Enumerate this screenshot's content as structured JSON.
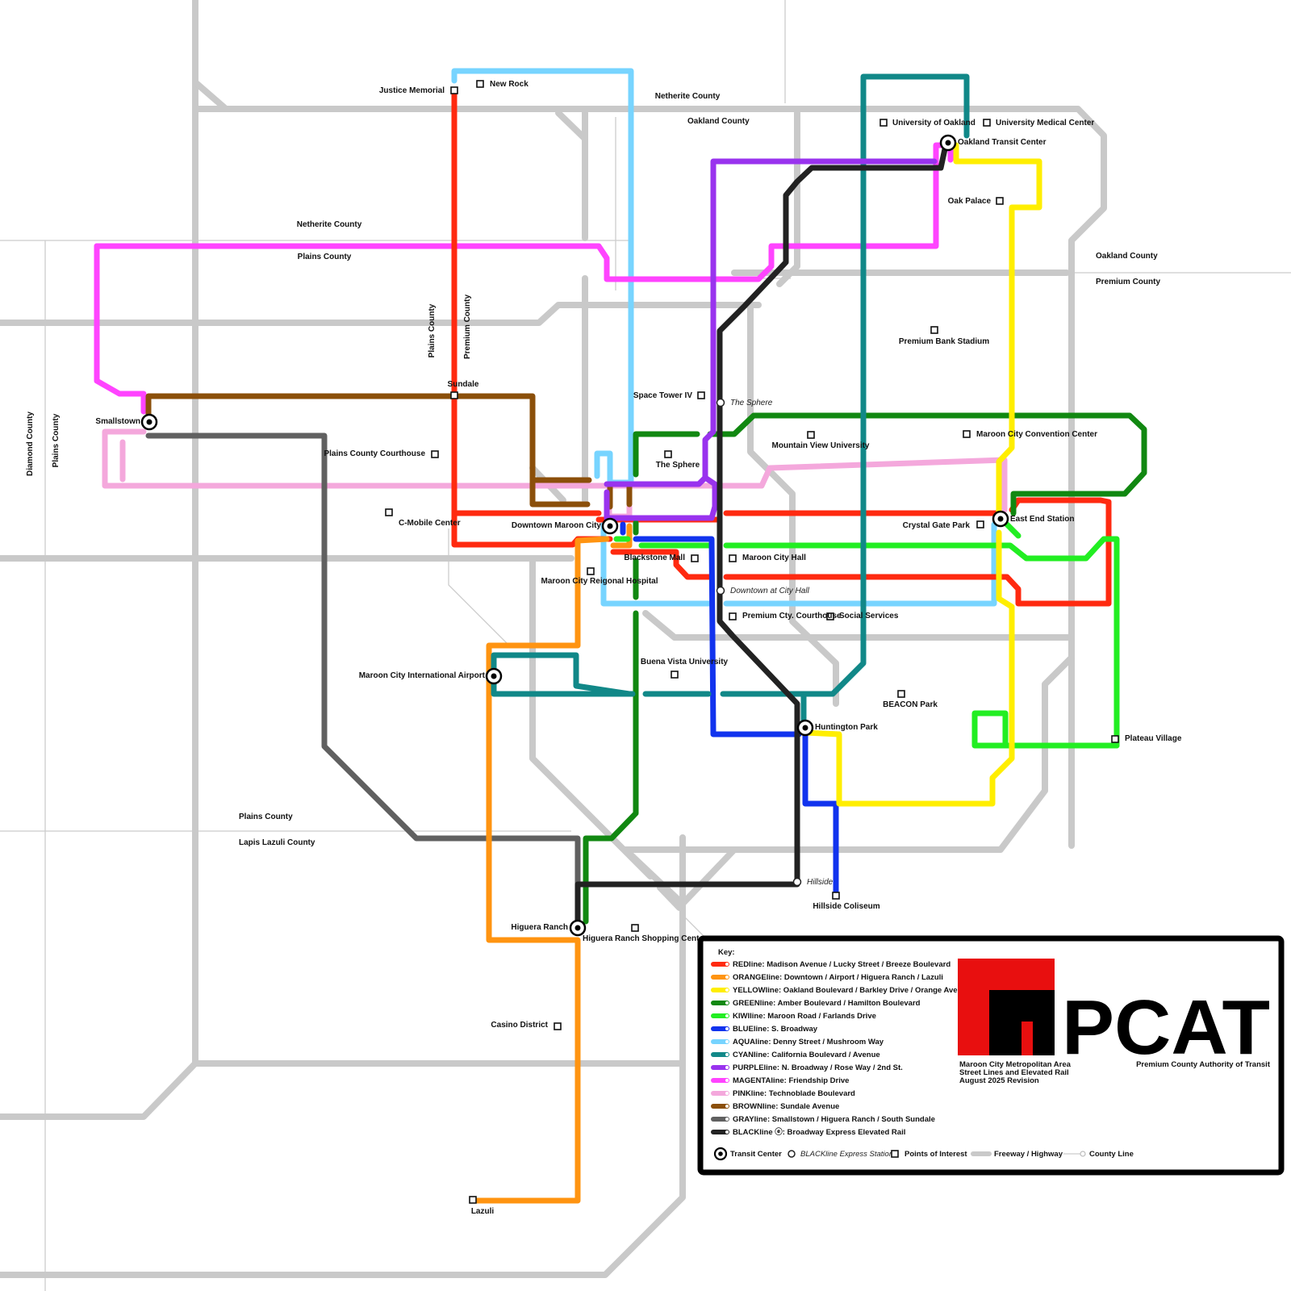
{
  "colors": {
    "red": "#ff2a10",
    "orange": "#ff9411",
    "yellow": "#ffee00",
    "green": "#118811",
    "kiwi": "#22ee22",
    "blue": "#1133ee",
    "aqua": "#77d4ff",
    "cyan": "#118888",
    "purple": "#9933ee",
    "magenta": "#ff44ff",
    "pink": "#f4a8dc",
    "brown": "#8b4f0a",
    "gray": "#606060",
    "black": "#222222",
    "road": "#c9c9c9",
    "county_line": "#cccccc",
    "logo_red": "#e80f0f"
  },
  "region_labels": [
    {
      "id": "netherite-1",
      "text": "Netherite County"
    },
    {
      "id": "oakland-1",
      "text": "Oakland County"
    },
    {
      "id": "netherite-2",
      "text": "Netherite County"
    },
    {
      "id": "plains-1",
      "text": "Plains County"
    },
    {
      "id": "oakland-2",
      "text": "Oakland County"
    },
    {
      "id": "premium-1",
      "text": "Premium County"
    },
    {
      "id": "plains-v1",
      "text": "Plains County"
    },
    {
      "id": "premium-v1",
      "text": "Premium County"
    },
    {
      "id": "diamond-v",
      "text": "Diamond County"
    },
    {
      "id": "plains-v2",
      "text": "Plains County"
    },
    {
      "id": "plains-2",
      "text": "Plains County"
    },
    {
      "id": "lapis",
      "text": "Lapis Lazuli County"
    }
  ],
  "transit_centers": [
    {
      "id": "smallstown",
      "name": "Smallstown"
    },
    {
      "id": "downtown",
      "name": "Downtown Maroon City"
    },
    {
      "id": "oakland-tc",
      "name": "Oakland Transit Center"
    },
    {
      "id": "east-end",
      "name": "East End Station"
    },
    {
      "id": "airport",
      "name": "Maroon City International Airport"
    },
    {
      "id": "huntington",
      "name": "Huntington Park"
    },
    {
      "id": "higuera",
      "name": "Higuera Ranch"
    }
  ],
  "express_stations": [
    {
      "id": "sphere-ex",
      "name": "The Sphere"
    },
    {
      "id": "cityhall-ex",
      "name": "Downtown at City Hall"
    },
    {
      "id": "hillside-ex",
      "name": "Hillside"
    }
  ],
  "points_of_interest": [
    {
      "id": "justice",
      "name": "Justice Memorial"
    },
    {
      "id": "newrock",
      "name": "New Rock"
    },
    {
      "id": "uoakland",
      "name": "University of Oakland"
    },
    {
      "id": "umed",
      "name": "University Medical Center"
    },
    {
      "id": "oakpalace",
      "name": "Oak Palace"
    },
    {
      "id": "stadium",
      "name": "Premium Bank Stadium"
    },
    {
      "id": "sundale",
      "name": "Sundale"
    },
    {
      "id": "spacetower",
      "name": "Space Tower IV"
    },
    {
      "id": "mvu",
      "name": "Mountain View University"
    },
    {
      "id": "convention",
      "name": "Maroon City Convention Center"
    },
    {
      "id": "plainscourt",
      "name": "Plains County Courthouse"
    },
    {
      "id": "sphere-poi",
      "name": "The Sphere"
    },
    {
      "id": "cmobile",
      "name": "C-Mobile Center"
    },
    {
      "id": "crystalgate",
      "name": "Crystal Gate Park"
    },
    {
      "id": "blackstone",
      "name": "Blackstone Mall"
    },
    {
      "id": "cityhall",
      "name": "Maroon City Hall"
    },
    {
      "id": "hospital",
      "name": "Maroon City Reigonal Hospital"
    },
    {
      "id": "premcourt",
      "name": "Premium Cty. Courthouse"
    },
    {
      "id": "social",
      "name": "Social Services"
    },
    {
      "id": "buenavista",
      "name": "Buena Vista University"
    },
    {
      "id": "beacon",
      "name": "BEACON Park"
    },
    {
      "id": "plateau",
      "name": "Plateau Village"
    },
    {
      "id": "coliseum",
      "name": "Hillside Coliseum"
    },
    {
      "id": "higuerashop",
      "name": "Higuera Ranch Shopping Center"
    },
    {
      "id": "casino",
      "name": "Casino District"
    },
    {
      "id": "lazuli",
      "name": "Lazuli"
    }
  ],
  "legend": {
    "title": "Key:",
    "lines": [
      {
        "color": "red",
        "label": "REDline: Madison Avenue / Lucky Street / Breeze Boulevard"
      },
      {
        "color": "orange",
        "label": "ORANGEline: Downtown / Airport / Higuera Ranch / Lazuli"
      },
      {
        "color": "yellow",
        "label": "YELLOWline: Oakland Boulevard / Barkley Drive / Orange Avenue"
      },
      {
        "color": "green",
        "label": "GREENline: Amber Boulevard / Hamilton Boulevard"
      },
      {
        "color": "kiwi",
        "label": "KIWIline: Maroon Road / Farlands Drive"
      },
      {
        "color": "blue",
        "label": "BLUEline: S. Broadway"
      },
      {
        "color": "aqua",
        "label": "AQUAline: Denny Street / Mushroom Way"
      },
      {
        "color": "cyan",
        "label": "CYANline: California Boulevard / Avenue"
      },
      {
        "color": "purple",
        "label": "PURPLEline: N. Broadway / Rose Way / 2nd St."
      },
      {
        "color": "magenta",
        "label": "MAGENTAline: Friendship Drive"
      },
      {
        "color": "pink",
        "label": "PINKline: Technoblade Boulevard"
      },
      {
        "color": "brown",
        "label": "BROWNline: Sundale Avenue"
      },
      {
        "color": "gray",
        "label": "GRAYline: Smallstown / Higuera Ranch / South Sundale"
      },
      {
        "color": "black",
        "label": "BLACKline ⓔ: Broadway Express Elevated Rail"
      }
    ],
    "symbols": {
      "transit_center": "Transit Center",
      "express_station": "BLACKline Express Station",
      "poi": "Points of Interest",
      "freeway": "Freeway / Highway",
      "county_line": "County Line"
    }
  },
  "brand": {
    "wordmark": "PCAT",
    "org_name": "Premium County Authority of Transit",
    "subtitle_1": "Maroon City Metropolitan Area",
    "subtitle_2": "Street Lines and Elevated Rail",
    "subtitle_3": "August 2025 Revision"
  }
}
